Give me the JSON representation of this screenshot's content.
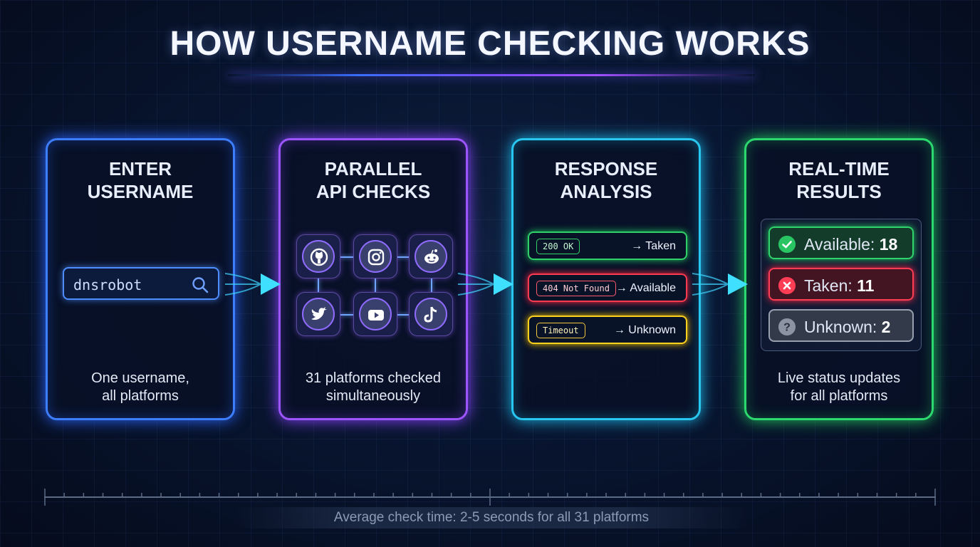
{
  "title": "HOW USERNAME CHECKING WORKS",
  "steps": [
    {
      "title_line1": "ENTER",
      "title_line2": "USERNAME",
      "caption_line1": "One username,",
      "caption_line2": "all platforms",
      "color": "#3d7dff"
    },
    {
      "title_line1": "PARALLEL",
      "title_line2": "API CHECKS",
      "caption_line1": "31 platforms checked",
      "caption_line2": "simultaneously",
      "color": "#9d55ff"
    },
    {
      "title_line1": "RESPONSE",
      "title_line2": "ANALYSIS",
      "caption_line1": "",
      "caption_line2": "",
      "color": "#27c7f0"
    },
    {
      "title_line1": "REAL-TIME",
      "title_line2": "RESULTS",
      "caption_line1": "Live status updates",
      "caption_line2": "for all platforms",
      "color": "#2bd96f"
    }
  ],
  "search": {
    "value": "dnsrobot",
    "icon": "search-icon"
  },
  "platforms": [
    {
      "name": "github",
      "icon": "github-icon"
    },
    {
      "name": "instagram",
      "icon": "instagram-icon"
    },
    {
      "name": "reddit",
      "icon": "reddit-icon"
    },
    {
      "name": "twitter",
      "icon": "twitter-icon"
    },
    {
      "name": "youtube",
      "icon": "youtube-icon"
    },
    {
      "name": "tiktok",
      "icon": "tiktok-icon"
    }
  ],
  "responses": [
    {
      "code": "200 OK",
      "outcome": "→ Taken",
      "color": "#31d16a"
    },
    {
      "code": "404 Not Found",
      "outcome": "→ Available",
      "color": "#ff3b52"
    },
    {
      "code": "Timeout",
      "outcome": "→ Unknown",
      "color": "#ffd21f"
    }
  ],
  "results": [
    {
      "label": "Available: ",
      "count": "18",
      "icon": "check-icon",
      "color": "#2fd46c"
    },
    {
      "label": "Taken: ",
      "count": "11",
      "icon": "x-icon",
      "color": "#ff3d55"
    },
    {
      "label": "Unknown: ",
      "count": "2",
      "icon": "question-icon",
      "color": "#98a0b0"
    }
  ],
  "footer": "Average check time: 2-5 seconds for all 31 platforms"
}
